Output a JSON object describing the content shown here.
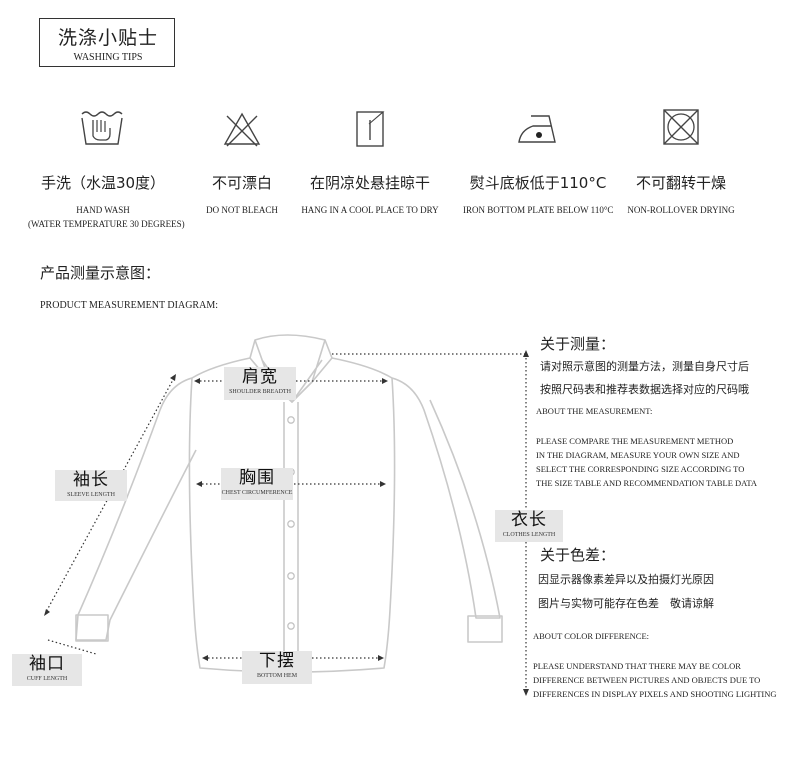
{
  "header": {
    "title_cn": "洗涤小贴士",
    "title_en": "WASHING TIPS"
  },
  "care": [
    {
      "icon": "hand-wash-icon",
      "cn": "手洗（水温30度）",
      "en1": "HAND WASH",
      "en2": "(WATER TEMPERATURE 30 DEGREES)"
    },
    {
      "icon": "no-bleach-icon",
      "cn": "不可漂白",
      "en1": "DO NOT BLEACH",
      "en2": ""
    },
    {
      "icon": "line-dry-shade-icon",
      "cn": "在阴凉处悬挂晾干",
      "en1": "HANG IN A COOL PLACE TO DRY",
      "en2": ""
    },
    {
      "icon": "iron-icon",
      "cn": "熨斗底板低于110°C",
      "en1": "IRON BOTTOM PLATE BELOW 110°C",
      "en2": ""
    },
    {
      "icon": "no-tumble-dry-icon",
      "cn": "不可翻转干燥",
      "en1": "NON-ROLLOVER DRYING",
      "en2": ""
    }
  ],
  "diagram": {
    "title_cn": "产品测量示意图：",
    "title_en": "PRODUCT MEASUREMENT DIAGRAM:",
    "labels": {
      "shoulder": {
        "cn": "肩宽",
        "en": "SHOULDER BREADTH"
      },
      "sleeve": {
        "cn": "袖长",
        "en": "SLEEVE LENGTH"
      },
      "chest": {
        "cn": "胸围",
        "en": "CHEST CIRCUMFERENCE"
      },
      "clothes": {
        "cn": "衣长",
        "en": "CLOTHES LENGTH"
      },
      "cuff": {
        "cn": "袖口",
        "en": "CUFF LENGTH"
      },
      "hem": {
        "cn": "下摆",
        "en": "BOTTOM HEM"
      }
    }
  },
  "measurement": {
    "title_cn": "关于测量：",
    "cn_1": "请对照示意图的测量方法，测量自身尺寸后",
    "cn_2": "按照尺码表和推荐表数据选择对应的尺码哦",
    "title_en": "ABOUT THE MEASUREMENT:",
    "en_1": "PLEASE COMPARE THE MEASUREMENT METHOD",
    "en_2": "IN THE DIAGRAM, MEASURE YOUR OWN SIZE AND",
    "en_3": "SELECT THE CORRESPONDING SIZE ACCORDING TO",
    "en_4": "THE SIZE TABLE AND RECOMMENDATION TABLE DATA"
  },
  "color": {
    "title_cn": "关于色差：",
    "cn_1": "因显示器像素差异以及拍摄灯光原因",
    "cn_2": "图片与实物可能存在色差　敬请谅解",
    "title_en": "ABOUT COLOR DIFFERENCE:",
    "en_1": "PLEASE UNDERSTAND THAT THERE MAY BE COLOR",
    "en_2": "DIFFERENCE BETWEEN PICTURES AND OBJECTS DUE TO",
    "en_3": "DIFFERENCES IN DISPLAY PIXELS AND SHOOTING LIGHTING"
  }
}
